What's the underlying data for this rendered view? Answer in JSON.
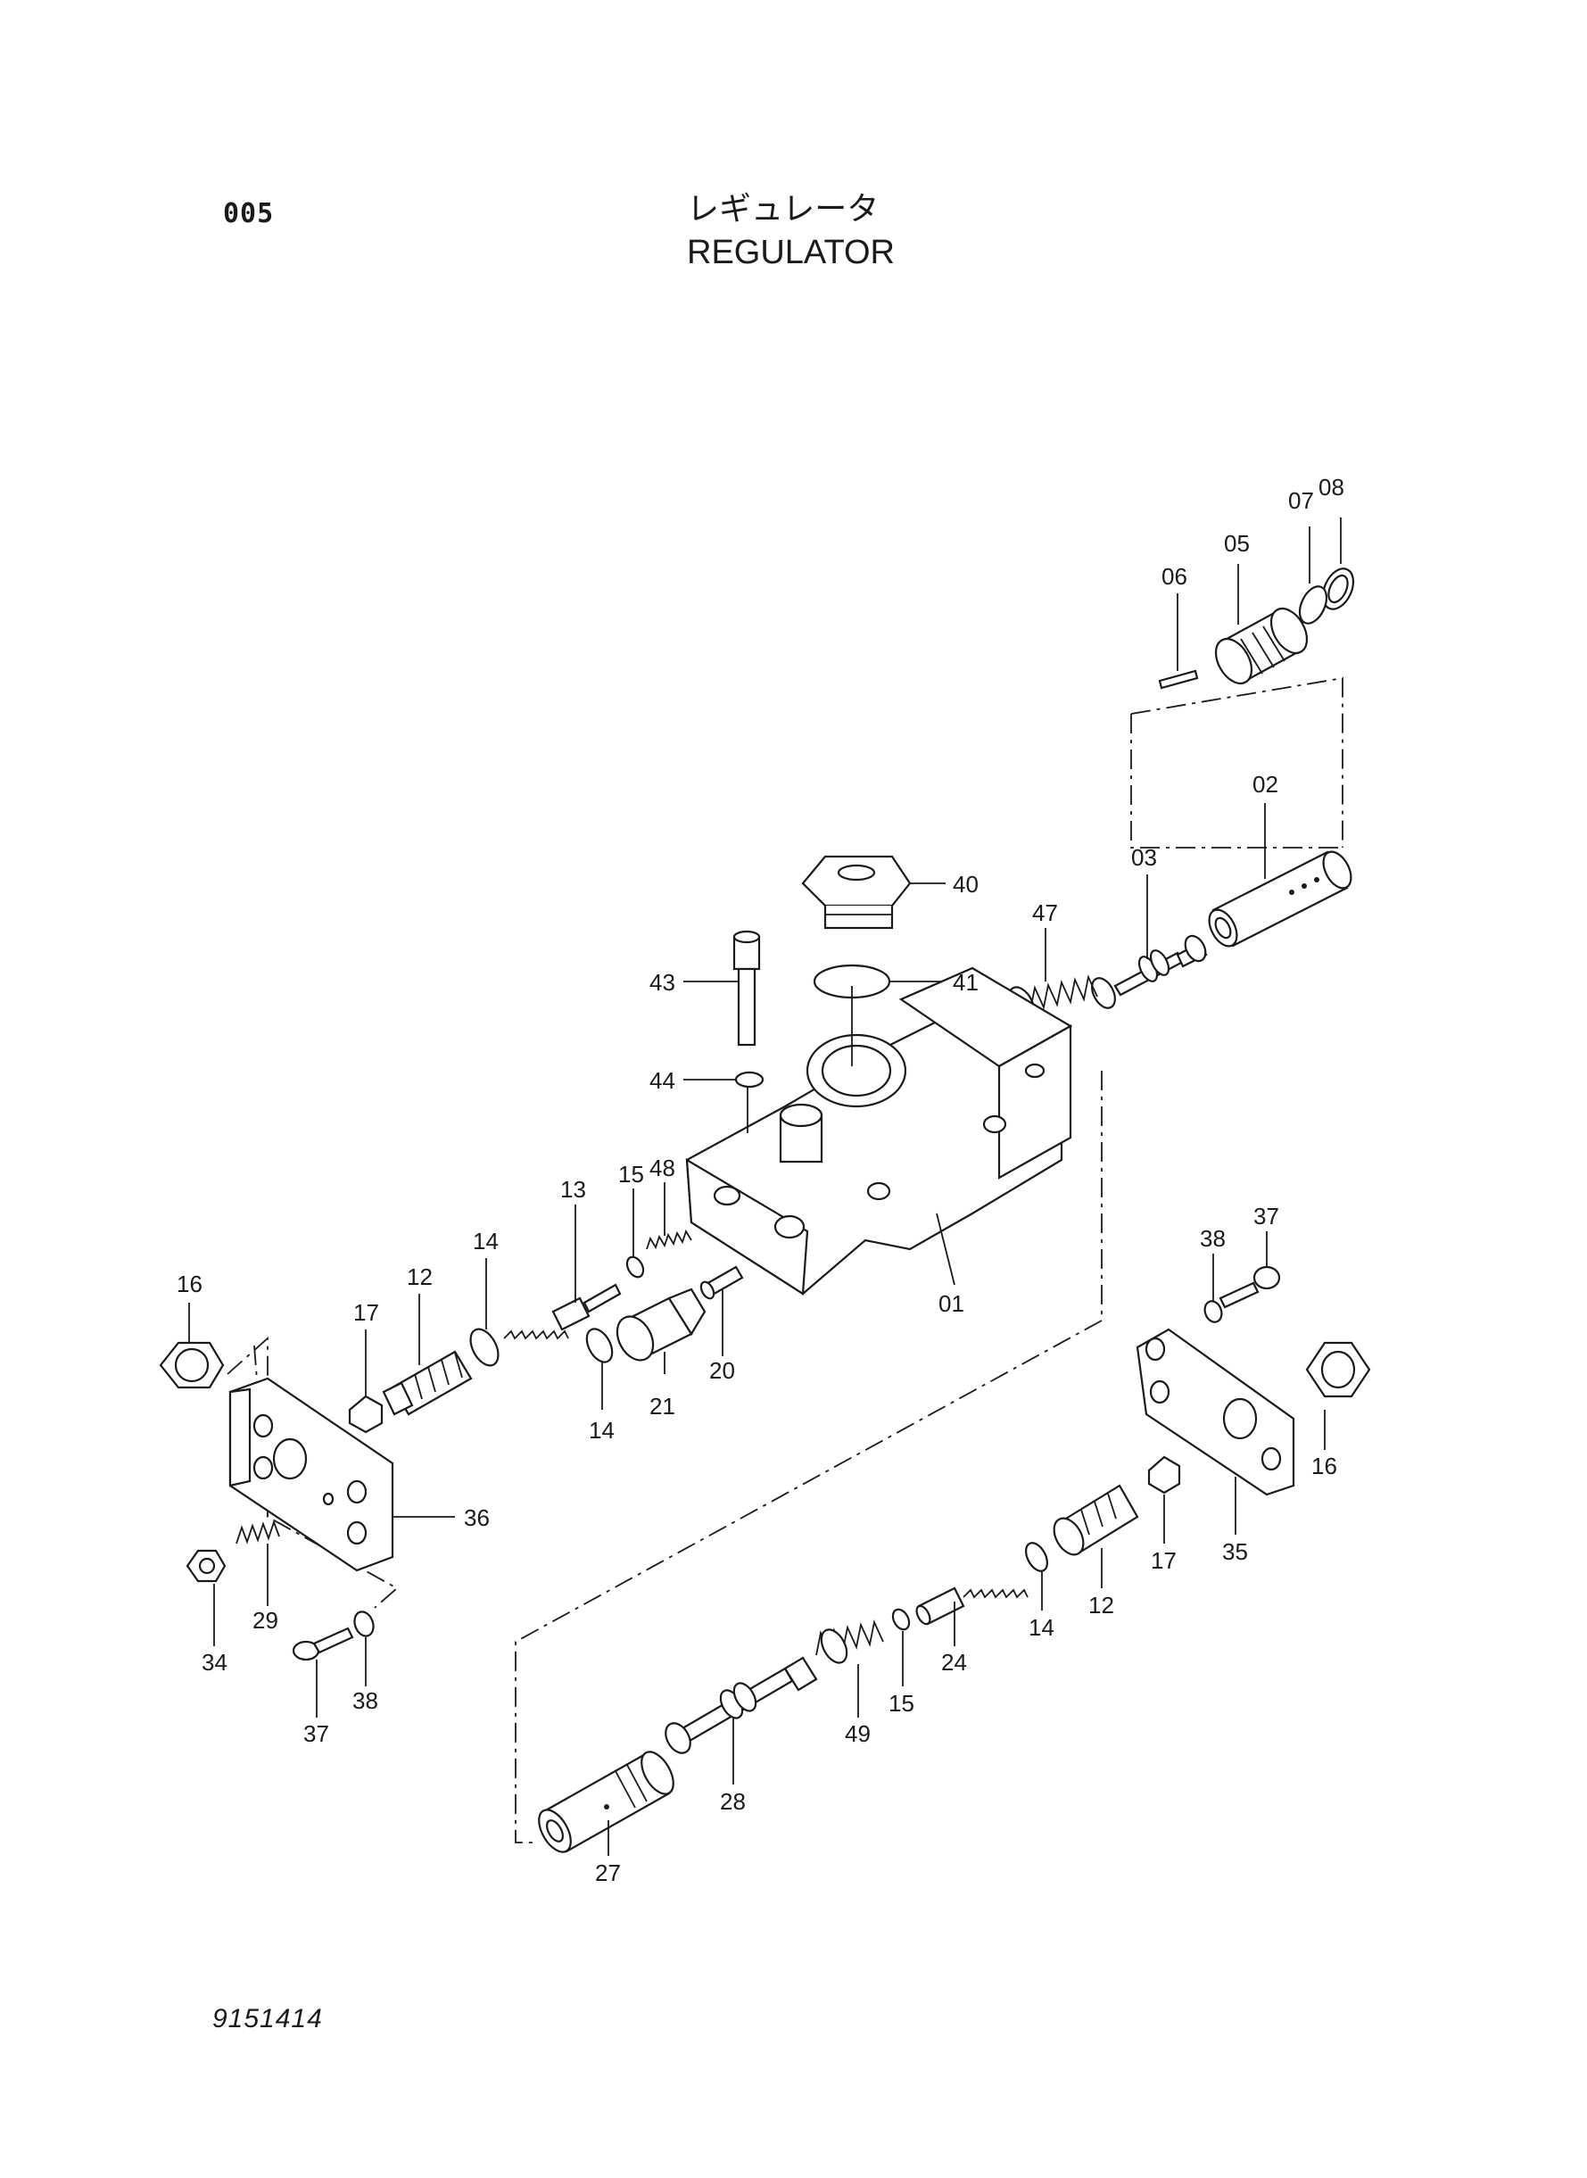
{
  "header": {
    "page_code": "005",
    "title_jp": "レギュレータ",
    "title_en": "REGULATOR"
  },
  "footer": {
    "doc_number": "9151414"
  },
  "callouts": {
    "c01": "01",
    "c02": "02",
    "c03": "03",
    "c05": "05",
    "c06": "06",
    "c07": "07",
    "c08": "08",
    "c12a": "12",
    "c12b": "12",
    "c13": "13",
    "c14a": "14",
    "c14b": "14",
    "c14c": "14",
    "c15a": "15",
    "c15b": "15",
    "c16a": "16",
    "c16b": "16",
    "c17a": "17",
    "c17b": "17",
    "c20": "20",
    "c21": "21",
    "c24": "24",
    "c27": "27",
    "c28": "28",
    "c29": "29",
    "c34": "34",
    "c35": "35",
    "c36": "36",
    "c37a": "37",
    "c37b": "37",
    "c38a": "38",
    "c38b": "38",
    "c40": "40",
    "c41": "41",
    "c43": "43",
    "c44": "44",
    "c47": "47",
    "c48": "48",
    "c49": "49"
  }
}
